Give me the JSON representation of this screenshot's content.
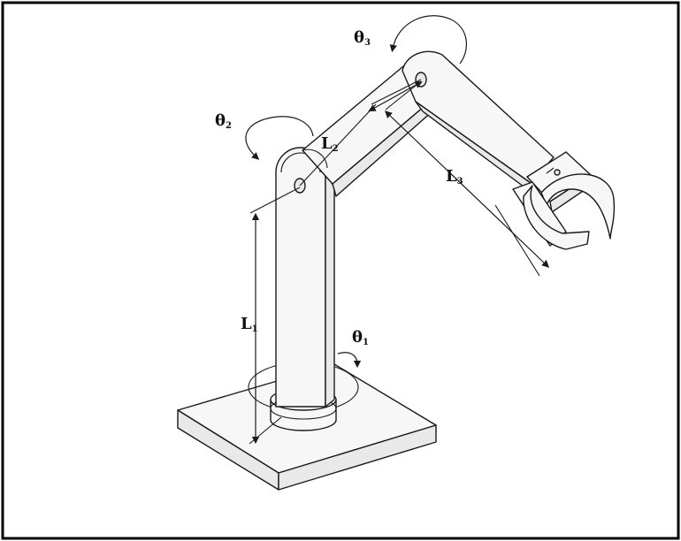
{
  "labels": {
    "theta1": {
      "main": "θ",
      "sub": "1"
    },
    "theta2": {
      "main": "θ",
      "sub": "2"
    },
    "theta3": {
      "main": "θ",
      "sub": "3"
    },
    "l1": {
      "main": "L",
      "sub": "1"
    },
    "l2": {
      "main": "L",
      "sub": "2"
    },
    "l3": {
      "main": "L",
      "sub": "3"
    }
  },
  "colors": {
    "line": "#1a1a1a",
    "fill": "#f7f7f7",
    "border": "#000000",
    "background": "#ffffff"
  }
}
